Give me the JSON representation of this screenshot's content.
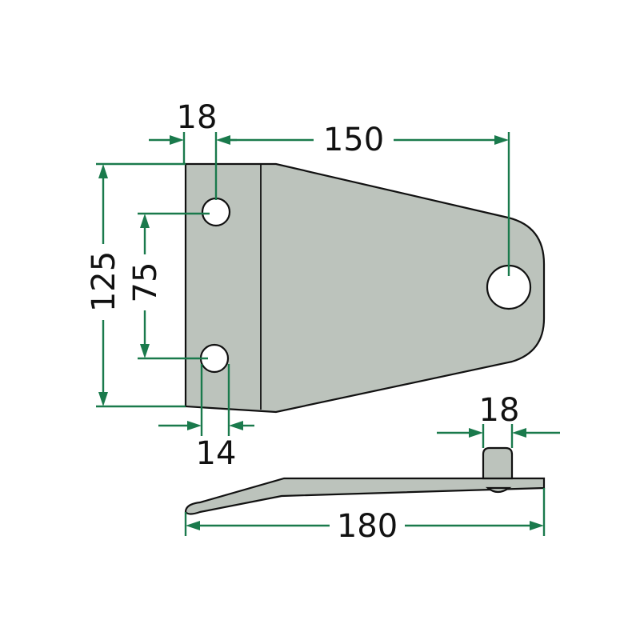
{
  "dimensions": {
    "hole_edge_offset": "18",
    "bolt_to_pin": "150",
    "total_height": "125",
    "hole_spacing": "75",
    "hole_diameter": "14",
    "pin_diameter": "18",
    "total_length": "180"
  },
  "colors": {
    "dimension_line": "#1a7a4c",
    "part_fill": "#bcc3bc",
    "outline": "#111111"
  }
}
